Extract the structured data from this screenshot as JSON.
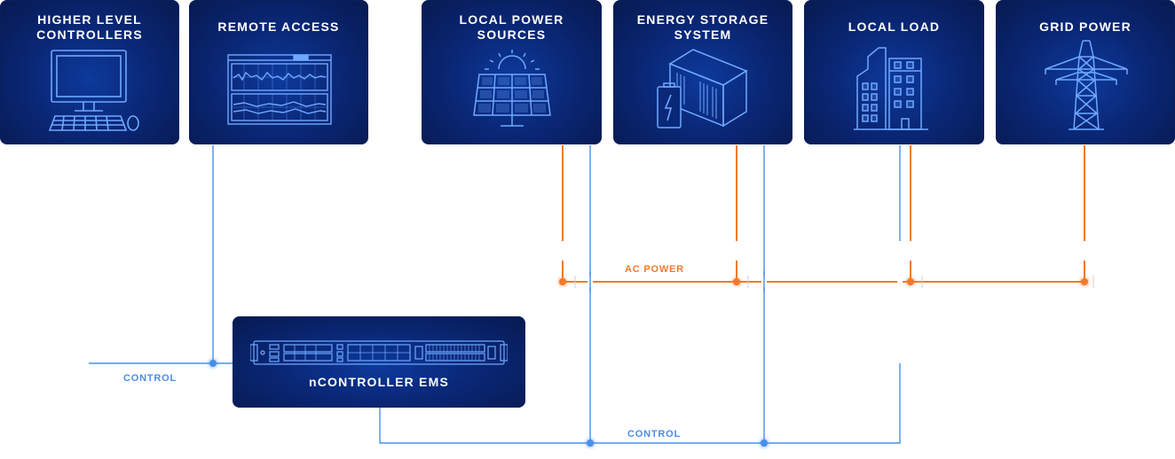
{
  "cards": {
    "higher_level_controllers": "HIGHER LEVEL\nCONTROLLERS",
    "remote_access": "REMOTE ACCESS",
    "local_power_sources": "LOCAL POWER\nSOURCES",
    "energy_storage_system": "ENERGY STORAGE\nSYSTEM",
    "local_load": "LOCAL LOAD",
    "grid_power": "GRID POWER",
    "ncontroller": "nCONTROLLER EMS"
  },
  "labels": {
    "control_left": "CONTROL",
    "control_bottom": "CONTROL",
    "ac_power": "AC POWER"
  },
  "colors": {
    "control_line": "#4a8eea",
    "ac_line": "#f07a2a",
    "card_bg": "#0a2878",
    "icon_stroke": "#6fa8ff"
  },
  "icons": [
    "desktop-computer-icon",
    "monitoring-screen-icon",
    "solar-panel-icon",
    "battery-container-icon",
    "buildings-icon",
    "transmission-tower-icon",
    "rack-server-icon"
  ]
}
